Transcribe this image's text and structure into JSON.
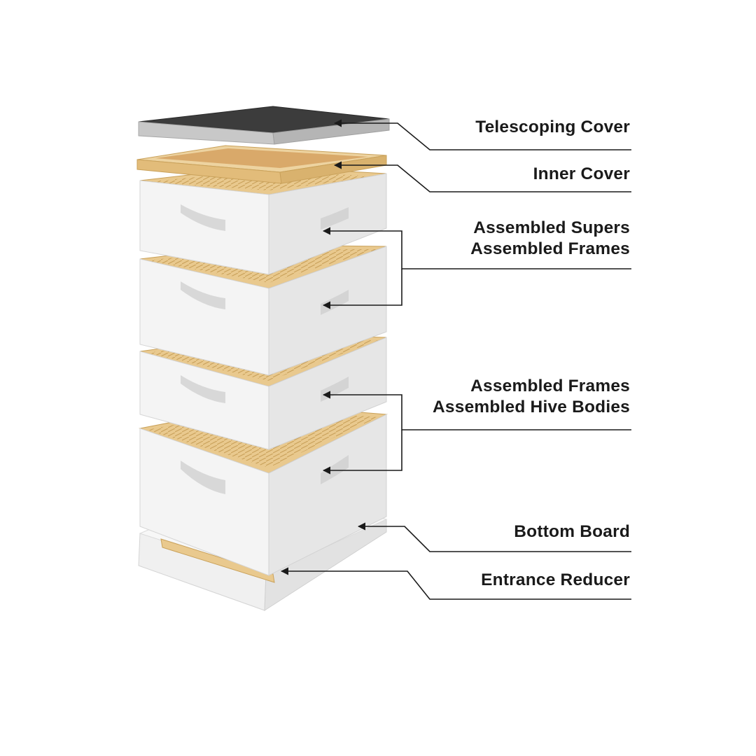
{
  "labels": {
    "telescoping_cover": "Telescoping Cover",
    "inner_cover": "Inner Cover",
    "supers_line1": "Assembled Supers",
    "supers_line2": "Assembled Frames",
    "bodies_line1": "Assembled Frames",
    "bodies_line2": "Assembled Hive Bodies",
    "bottom_board": "Bottom Board",
    "entrance_reducer": "Entrance Reducer"
  },
  "colors": {
    "label_text": "#1a1a1a",
    "leader_line": "#1a1a1a",
    "box_front": "#f4f4f4",
    "box_side": "#e4e4e4",
    "wood": "#e9c98e",
    "cover_top": "#3c3c3c",
    "cover_rim": "#c8c8c8"
  }
}
